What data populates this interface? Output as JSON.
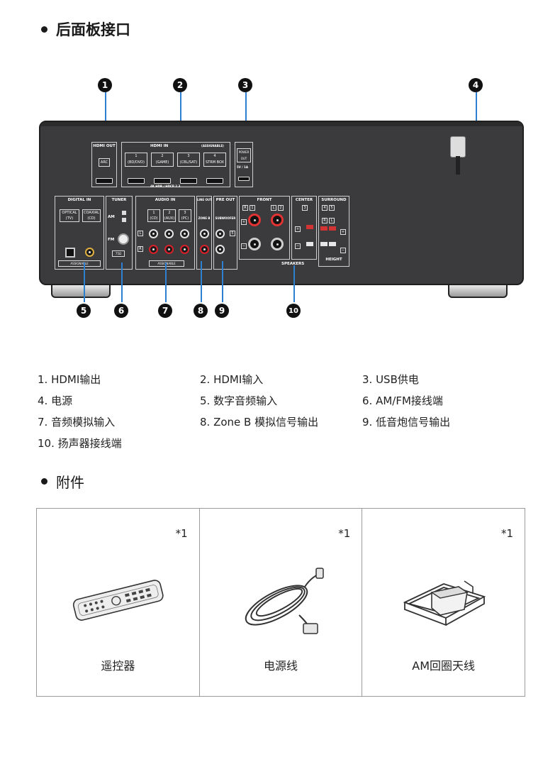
{
  "rear_panel_title": "后面板接口",
  "accessories_title": "附件",
  "callouts": [
    "1",
    "2",
    "3",
    "4",
    "5",
    "6",
    "7",
    "8",
    "9",
    "10"
  ],
  "panel_labels": {
    "hdmi_out": "HDMI OUT",
    "arc": "ARC",
    "hdmi_in": "HDMI IN",
    "assignable_top": "(ASSIGNABLE)",
    "hdmi_in_ports": [
      {
        "num": "1",
        "name": "(BD/DVD)"
      },
      {
        "num": "2",
        "name": "(GAME)"
      },
      {
        "num": "3",
        "name": "(CBL/SAT)"
      },
      {
        "num": "4",
        "name": "STRM BOX"
      }
    ],
    "hdcp": "4K HDR / HDCP 2.3",
    "power_out": "POWER OUT",
    "power_rating": "5V / 1A",
    "digital_in": "DIGITAL IN",
    "optical": "OPTICAL",
    "optical_src": "(TV)",
    "coaxial": "COAXIAL",
    "coaxial_src": "(CD)",
    "assignable": "ASSIGNABLE",
    "tuner": "TUNER",
    "am": "AM",
    "fm": "FM",
    "ohm": "75Ω",
    "audio_in": "AUDIO IN",
    "audio_ports": [
      {
        "num": "1",
        "name": "(CD)"
      },
      {
        "num": "2",
        "name": "(AUX)"
      },
      {
        "num": "3",
        "name": "(PC)"
      }
    ],
    "left_ch": "L",
    "right_ch": "R",
    "line_out": "LINE OUT",
    "zone_b": "ZONE B",
    "pre_out": "PRE OUT",
    "subwoofer": "SUBWOOFER",
    "sub_num": "5",
    "front": "FRONT",
    "front_r": "R",
    "front_r_num": "1",
    "front_l": "L",
    "front_l_num": "2",
    "center": "CENTER",
    "center_num": "3",
    "surround": "SURROUND",
    "surround_nums": [
      "4",
      "5"
    ],
    "height": "HEIGHT",
    "speakers": "SPEAKERS",
    "plus": "+",
    "minus": "−"
  },
  "parts": [
    "1. HDMI输出",
    "2. HDMI输入",
    "3. USB供电",
    "4. 电源",
    "5. 数字音频输入",
    "6. AM/FM接线端",
    "7. 音频模拟输入",
    "8. Zone B 模拟信号输出",
    "9. 低音炮信号输出",
    "10. 扬声器接线端"
  ],
  "accessories": [
    {
      "qty": "*1",
      "name": "遥控器",
      "icon": "remote-control-icon"
    },
    {
      "qty": "*1",
      "name": "电源线",
      "icon": "power-cord-icon"
    },
    {
      "qty": "*1",
      "name": "AM回圈天线",
      "icon": "am-loop-antenna-icon"
    }
  ]
}
